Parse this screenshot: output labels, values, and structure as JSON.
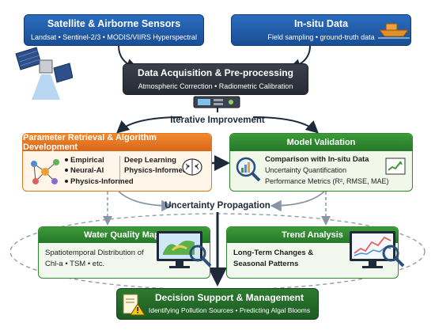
{
  "sensors": {
    "title": "Satellite & Airborne Sensors",
    "subtitle": "Landsat • Sentinel-2/3 • MODIS/VIIRS Hyperspectral"
  },
  "insitu": {
    "title": "In-situ Data",
    "subtitle": "Field sampling • ground-truth data"
  },
  "acquisition": {
    "title": "Data Acquisition & Pre-processing",
    "subtitle": "Atmospheric Correction • Radiometric Calibration"
  },
  "iterative_label": "Iterative Improvement",
  "retrieval": {
    "title": "Parameter Retrieval & Algorithm Development",
    "items_left": [
      "Empirical",
      "Neural-AI",
      "Physics-Informed"
    ],
    "items_right": [
      "Deep Learning",
      "Physics-Informed"
    ]
  },
  "validation": {
    "title": "Model Validation",
    "lines": [
      "Comparison with In-situ Data",
      "Uncertainty Quantification",
      "Performance Metrics (R², RMSE, MAE)"
    ]
  },
  "uncertainty_label": "Uncertainty Propagation",
  "wq_maps": {
    "title": "Water Quality Maps",
    "lines": [
      "Spatiotemporal Distribution of",
      "Chl-a • TSM • etc."
    ]
  },
  "trend": {
    "title": "Trend Analysis",
    "lines": [
      "Long-Term Changes &",
      "Seasonal Patterns"
    ]
  },
  "decision": {
    "title": "Decision Support & Management",
    "subtitle": "Identifying Pollution Sources • Predicting Algal Blooms"
  },
  "colors": {
    "blue": "#1f5fae",
    "dark": "#2e3440",
    "orange": "#e8731c",
    "green": "#2f8a2f",
    "darkgreen": "#1f5f25"
  }
}
